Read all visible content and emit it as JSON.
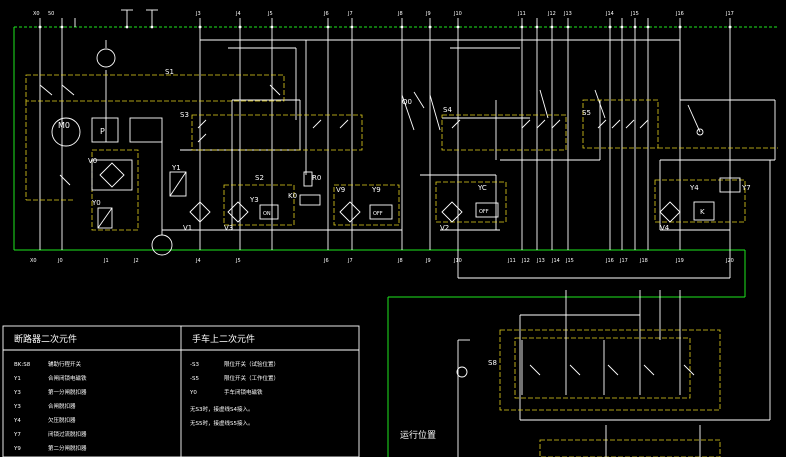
{
  "drawing": {
    "top_terminals": [
      "X0",
      "50",
      "J3",
      "J4",
      "J5",
      "J6",
      "J7",
      "J8",
      "J9",
      "J10",
      "J11",
      "J12",
      "J13",
      "J14",
      "J15",
      "J16",
      "J17"
    ],
    "bottom_terminals": [
      "X0",
      "J0",
      "J1",
      "J2",
      "J4",
      "J5",
      "J6",
      "J7",
      "J8",
      "J9",
      "J10",
      "J11",
      "J12",
      "J13",
      "J14",
      "J15",
      "J16",
      "J17",
      "J18",
      "J19",
      "J20"
    ],
    "components": {
      "m0": "M0",
      "p": "P",
      "s1": "S1",
      "s2": "S2",
      "s3": "S3",
      "s4": "S4",
      "s5": "S5",
      "s8": "S8",
      "q0": "Q0",
      "r0": "R0",
      "k0": "K0",
      "v0": "V0",
      "v1": "V1",
      "v2": "V2",
      "v3": "V3",
      "v4": "V4",
      "v9": "V9",
      "y0": "Y0",
      "y1": "Y1",
      "y3": "Y3",
      "y4": "Y4",
      "y7": "Y7",
      "y9": "Y9",
      "yc": "YC",
      "on": "ON",
      "off1": "OFF",
      "off2": "OFF",
      "k_box": "K"
    },
    "run_position_label": "运行位置"
  },
  "legend": {
    "left_title": "断路器二次元件",
    "right_title": "手车上二次元件",
    "left_rows": [
      {
        "code": "BK:S8",
        "desc": "辅助行程开关"
      },
      {
        "code": "Y1",
        "desc": "合闸闭锁电磁铁"
      },
      {
        "code": "Y3",
        "desc": "第一分闸脱扣器"
      },
      {
        "code": "Y3",
        "desc": "合闸脱扣器"
      },
      {
        "code": "Y4",
        "desc": "欠压脱扣器"
      },
      {
        "code": "Y7",
        "desc": "闭锁过流脱扣器"
      },
      {
        "code": "Y9",
        "desc": "第二分闸脱扣器"
      }
    ],
    "right_rows": [
      {
        "code": "-S3",
        "desc": "限位开关（试验位置）"
      },
      {
        "code": "-S5",
        "desc": "限位开关（工作位置）"
      },
      {
        "code": "Y0",
        "desc": "手车闭锁电磁铁"
      },
      {
        "code": "无S3时，接虚线S4接入。",
        "desc": ""
      },
      {
        "code": "无S5时，接虚线S5接入。",
        "desc": ""
      }
    ]
  },
  "colors": {
    "background": "#000000",
    "wire": "#ffffff",
    "ground_bus": "#1ee61e",
    "aux_dashed": "#e6d21e"
  }
}
